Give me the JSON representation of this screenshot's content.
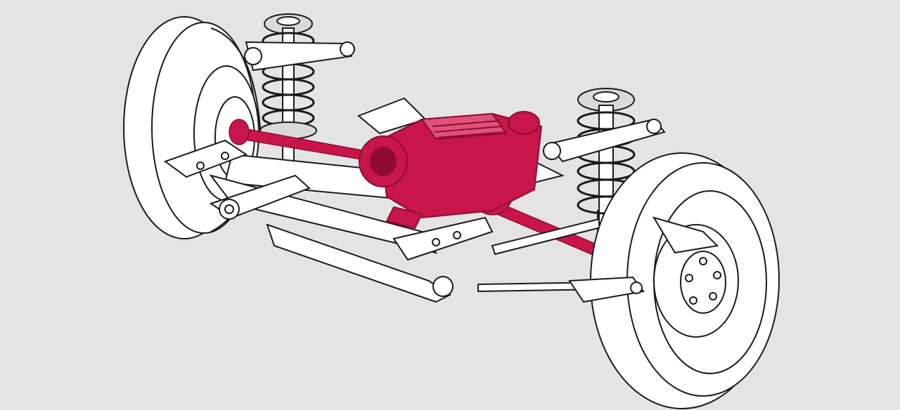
{
  "diagram": {
    "colors": {
      "background": "#e4e4e4",
      "ink": "#1a1a1a",
      "part_fill": "#ffffff",
      "highlight": "#c8154a",
      "highlight_dark": "#8e0c32",
      "highlight_light": "#e0527a",
      "spring_seat": "#d9d9d9"
    },
    "highlighted_components": [
      "differential",
      "left-driveshaft",
      "right-driveshaft"
    ]
  }
}
